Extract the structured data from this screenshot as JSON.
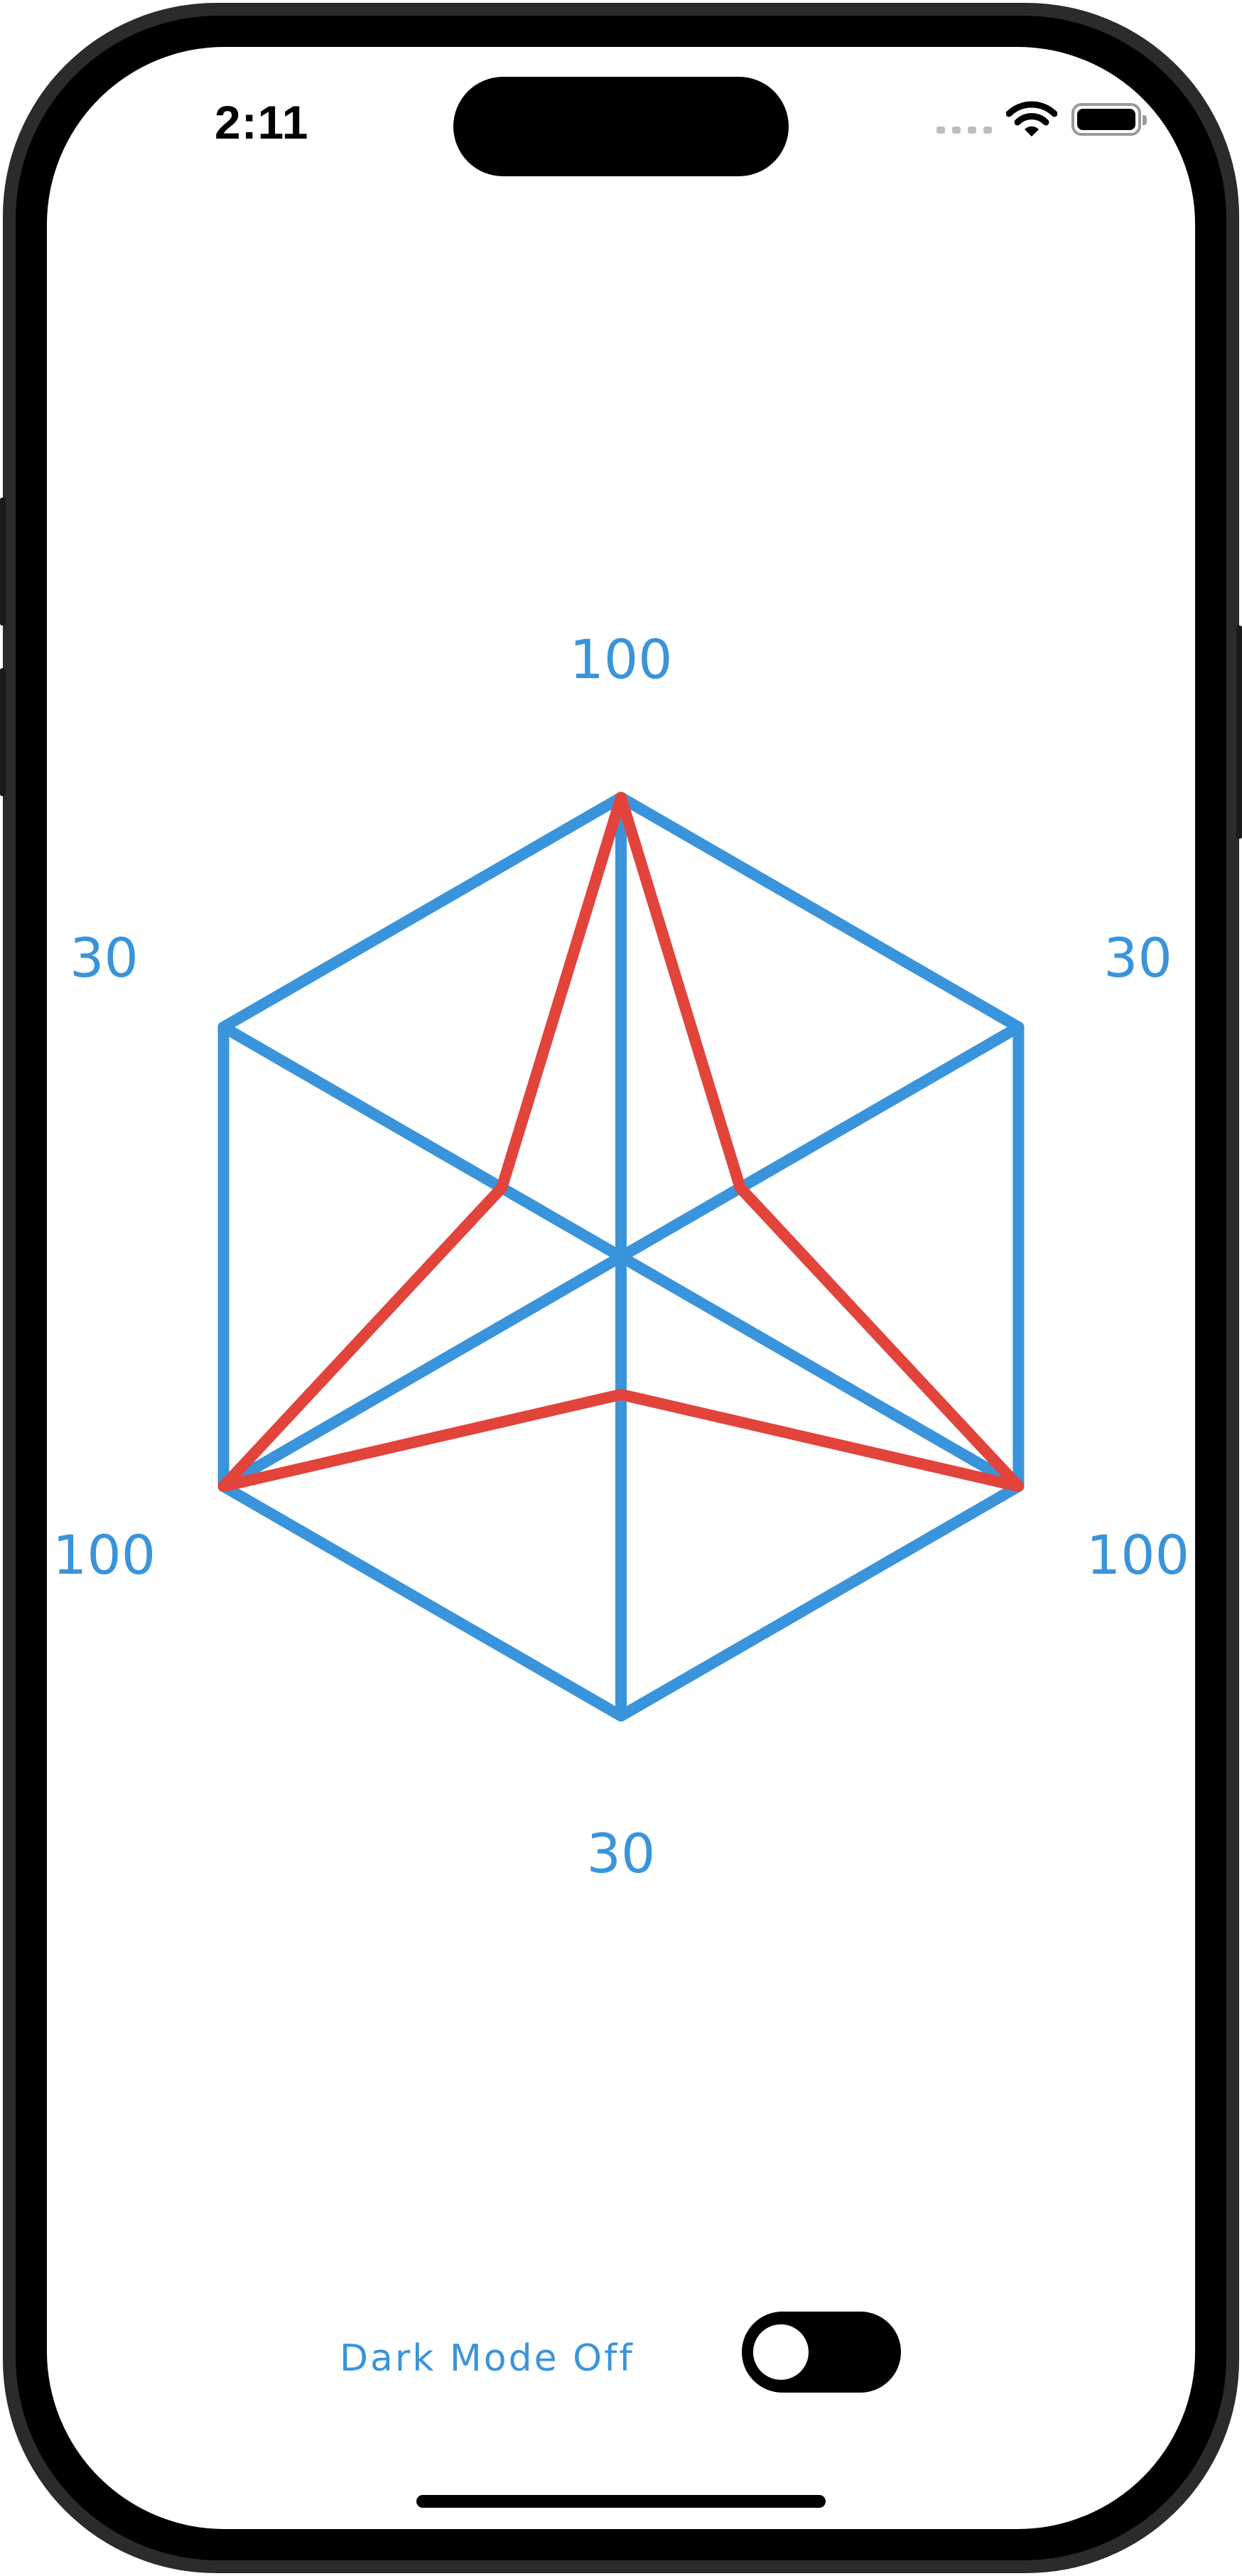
{
  "status_bar": {
    "time": "2:11",
    "icons": [
      "cellular-signal-icon",
      "wifi-icon",
      "battery-icon"
    ]
  },
  "theme": {
    "grid_color": "#3a94db",
    "series_color": "#e2443c",
    "label_color": "#3a94db",
    "toggle_color": "#000000"
  },
  "chart_data": {
    "type": "radar",
    "axis_max": 100,
    "axes": [
      {
        "label": "100",
        "value": 100
      },
      {
        "label": "30",
        "value": 30
      },
      {
        "label": "100",
        "value": 100
      },
      {
        "label": "30",
        "value": 30
      },
      {
        "label": "100",
        "value": 100
      },
      {
        "label": "30",
        "value": 30
      }
    ],
    "series": [
      {
        "values": [
          100,
          30,
          100,
          30,
          100,
          30
        ]
      }
    ],
    "grid_rings": 1
  },
  "dark_mode": {
    "label": "Dark Mode Off",
    "enabled": false
  }
}
